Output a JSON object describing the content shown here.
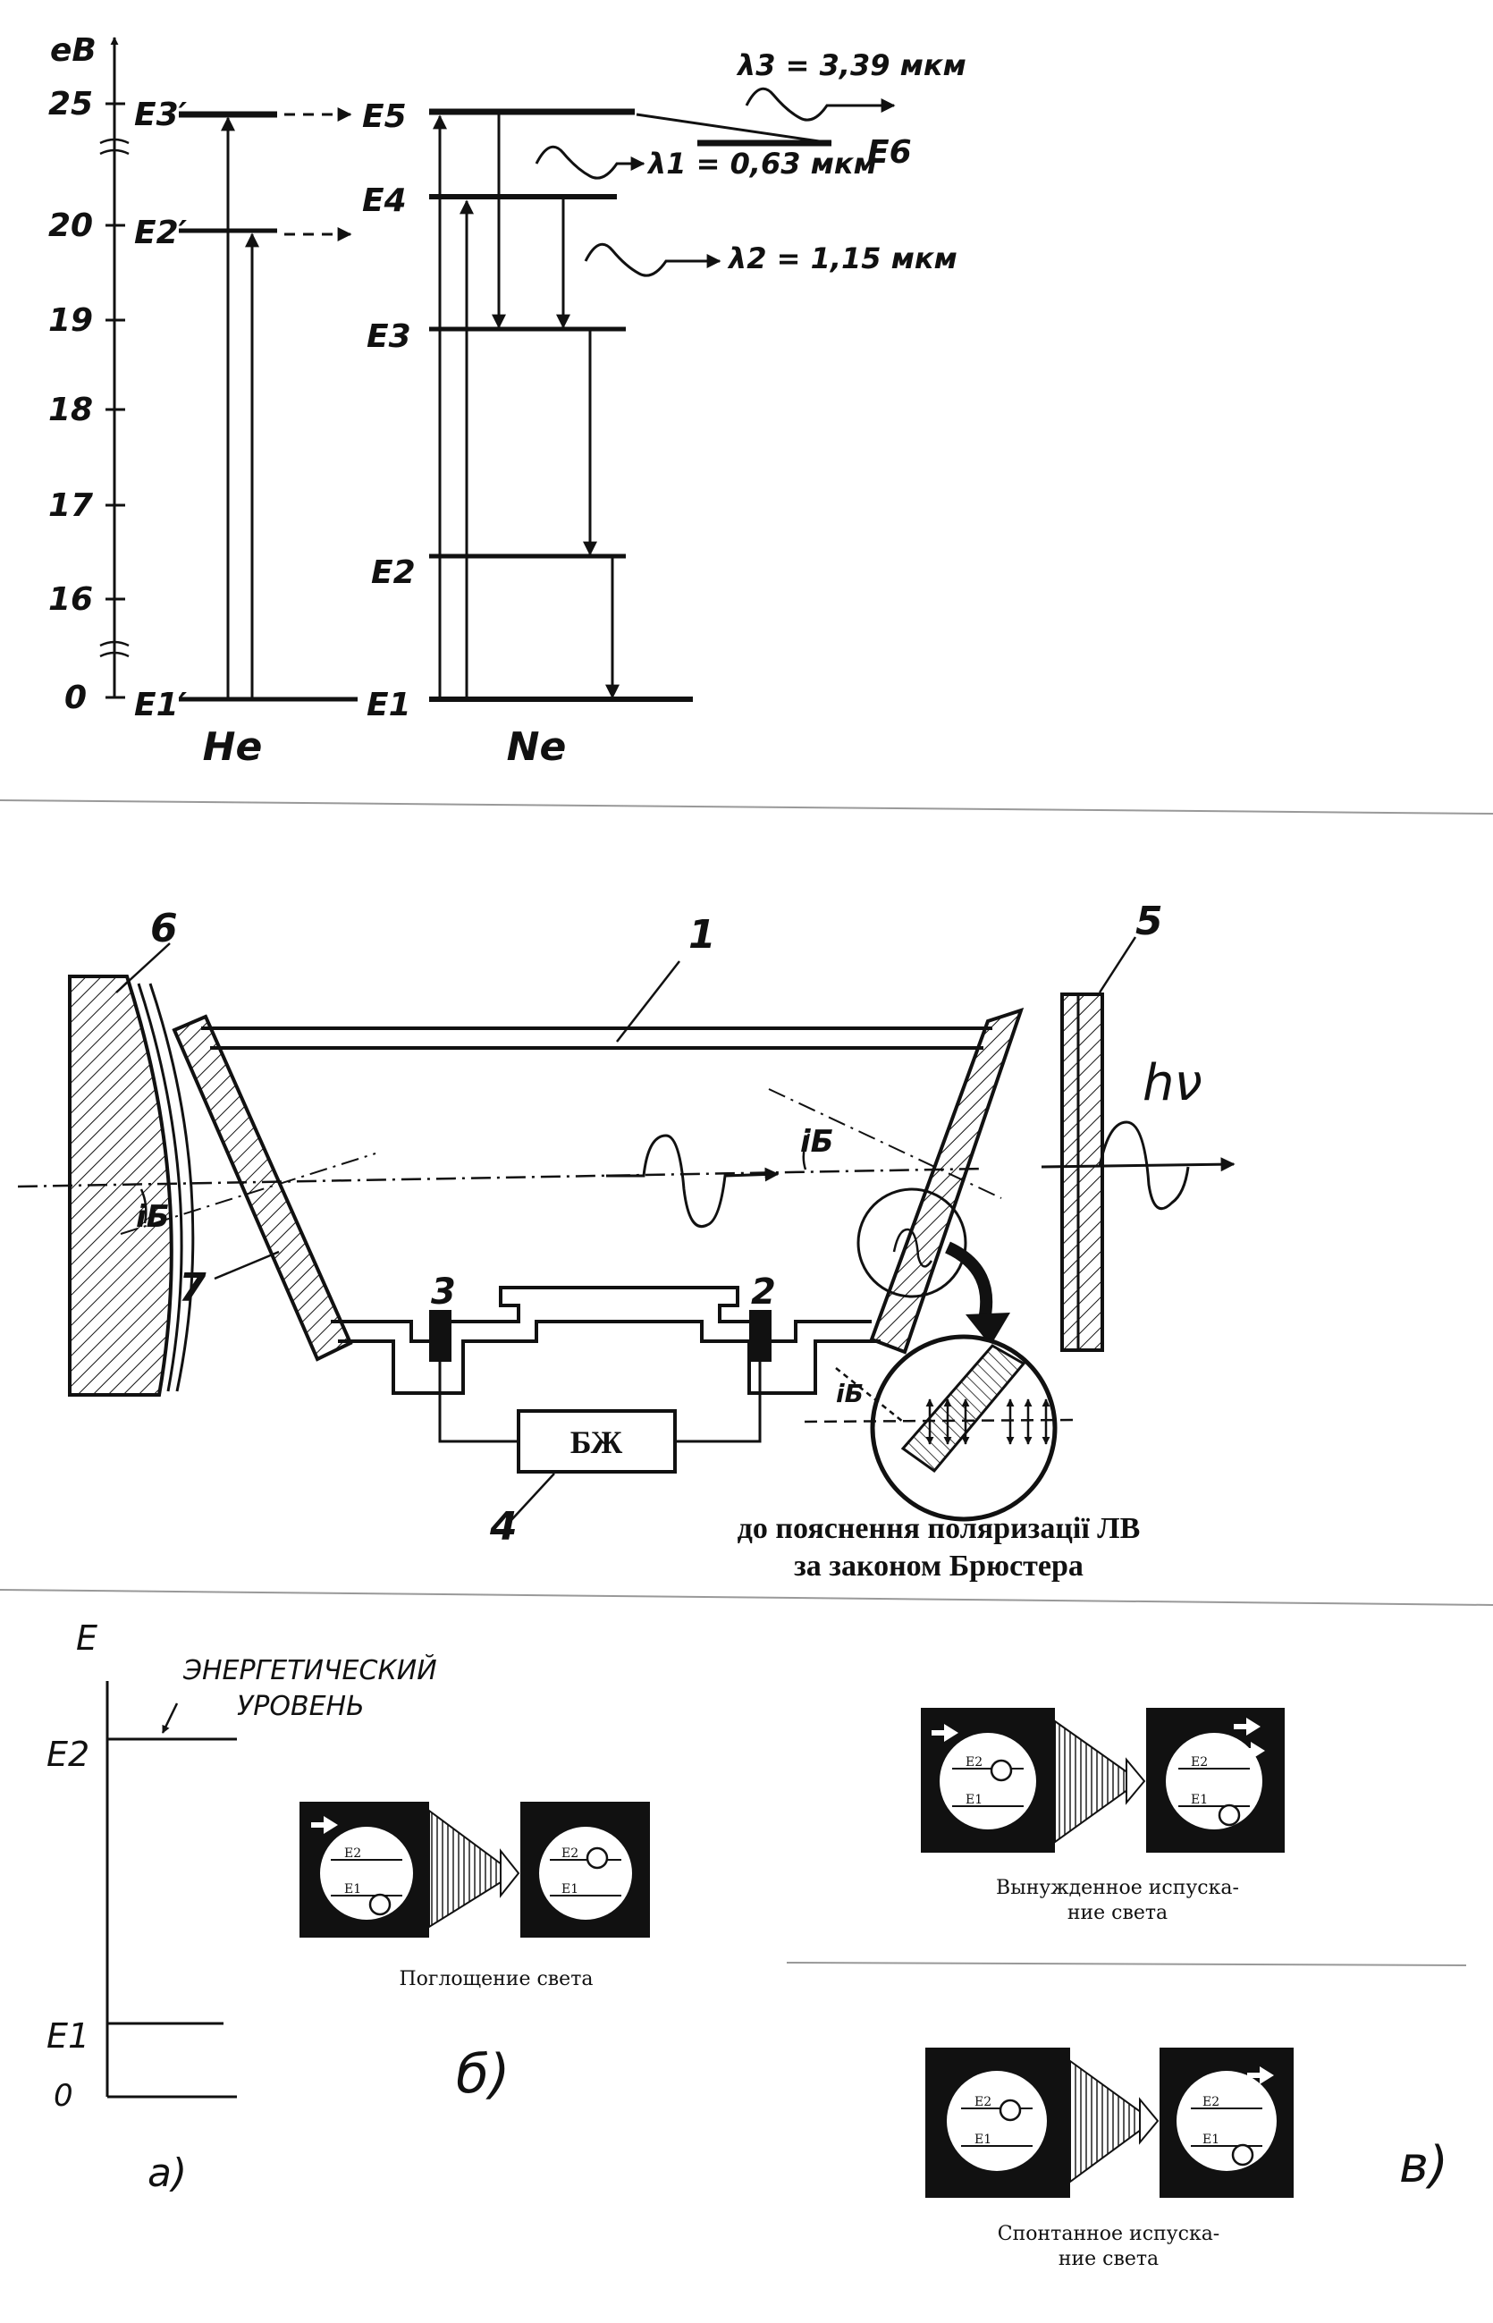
{
  "energy_diagram": {
    "axis_unit": "eB",
    "ticks": [
      "25",
      "20",
      "19",
      "18",
      "17",
      "16",
      "0"
    ],
    "he_levels": [
      "E3′",
      "E2′",
      "E1′"
    ],
    "ne_levels": [
      "E5",
      "E4",
      "E3",
      "E2",
      "E1",
      "E6"
    ],
    "he_label": "He",
    "ne_label": "Ne",
    "lambda1": "λ1 = 0,63 мкм",
    "lambda2": "λ2 = 1,15 мкм",
    "lambda3": "λ3 = 3,39 мкм"
  },
  "laser": {
    "labels": [
      "1",
      "2",
      "3",
      "4",
      "5",
      "6",
      "7"
    ],
    "photon": "hν",
    "brewster_angle": "iБ",
    "power_block": "БЖ",
    "caption_line1": "до пояснення поляризації ЛВ",
    "caption_line2": "за законом Брюстера"
  },
  "transitions": {
    "axis_label": "E",
    "level_note_line1": "ЭНЕРГЕТИЧЕСКИЙ",
    "level_note_line2": "УРОВЕНЬ",
    "axis_levels": [
      "E2",
      "E1",
      "0"
    ],
    "box_levels": [
      "E2",
      "E1"
    ],
    "absorption": "Поглощение света",
    "stimulated_line1": "Вынужденное испуска-",
    "stimulated_line2": "ние света",
    "spontaneous_line1": "Спонтанное испуска-",
    "spontaneous_line2": "ние света",
    "part_a": "а)",
    "part_b": "б)",
    "part_c": "в)"
  }
}
